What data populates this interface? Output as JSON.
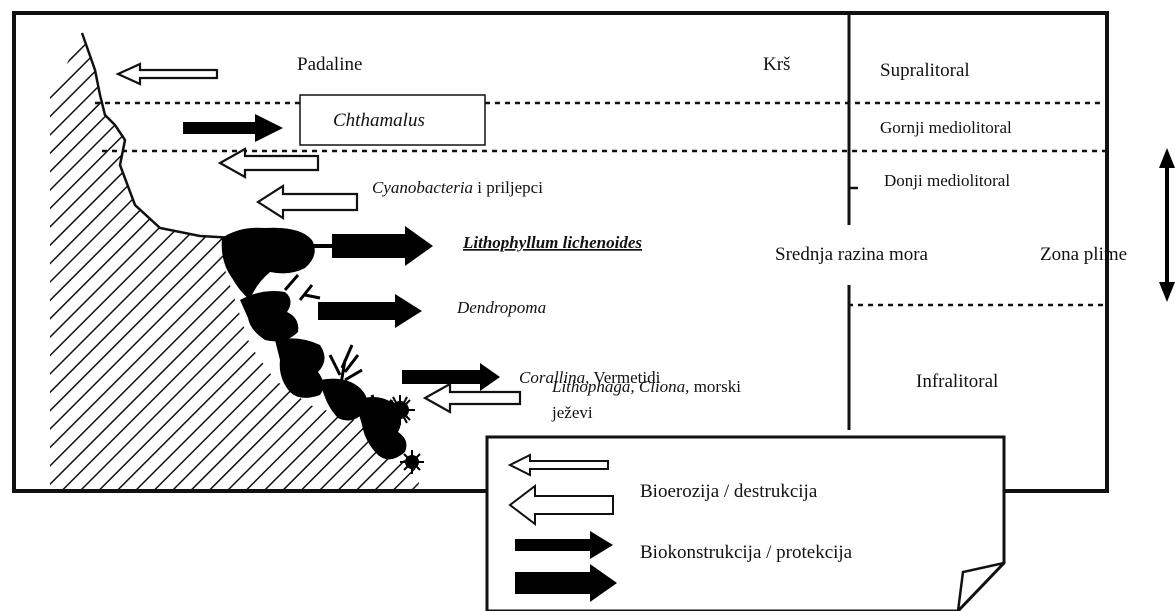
{
  "labels": {
    "padaline": "Padaline",
    "krs": "Krš",
    "chthamalus": "Chthamalus",
    "cyano_italic": "Cyanobacteria",
    "cyano_rest": " i priljepci",
    "lithophyllum": "Lithophyllum lichenoides",
    "dendropoma": "Dendropoma",
    "corallina_italic": "Corallina,",
    "corallina_rest": " Vermetidi",
    "lithophaga_italic": "Lithophaga, Cliona,",
    "lithophaga_rest": " morski",
    "jezevi": "ježevi"
  },
  "zones": {
    "supralitoral": "Supralitoral",
    "gornji": "Gornji mediolitoral",
    "donji": "Donji mediolitoral",
    "srednja": "Srednja razina mora",
    "zona_plime": "Zona plime",
    "infralitoral": "Infralitoral"
  },
  "legend": {
    "bioerozija": "Bioerozija / destrukcija",
    "biokonstrukcija": "Biokonstrukcija / protekcija"
  },
  "colors": {
    "ink": "#111111",
    "construction": "#000000",
    "erosion_fill": "#ffffff"
  }
}
